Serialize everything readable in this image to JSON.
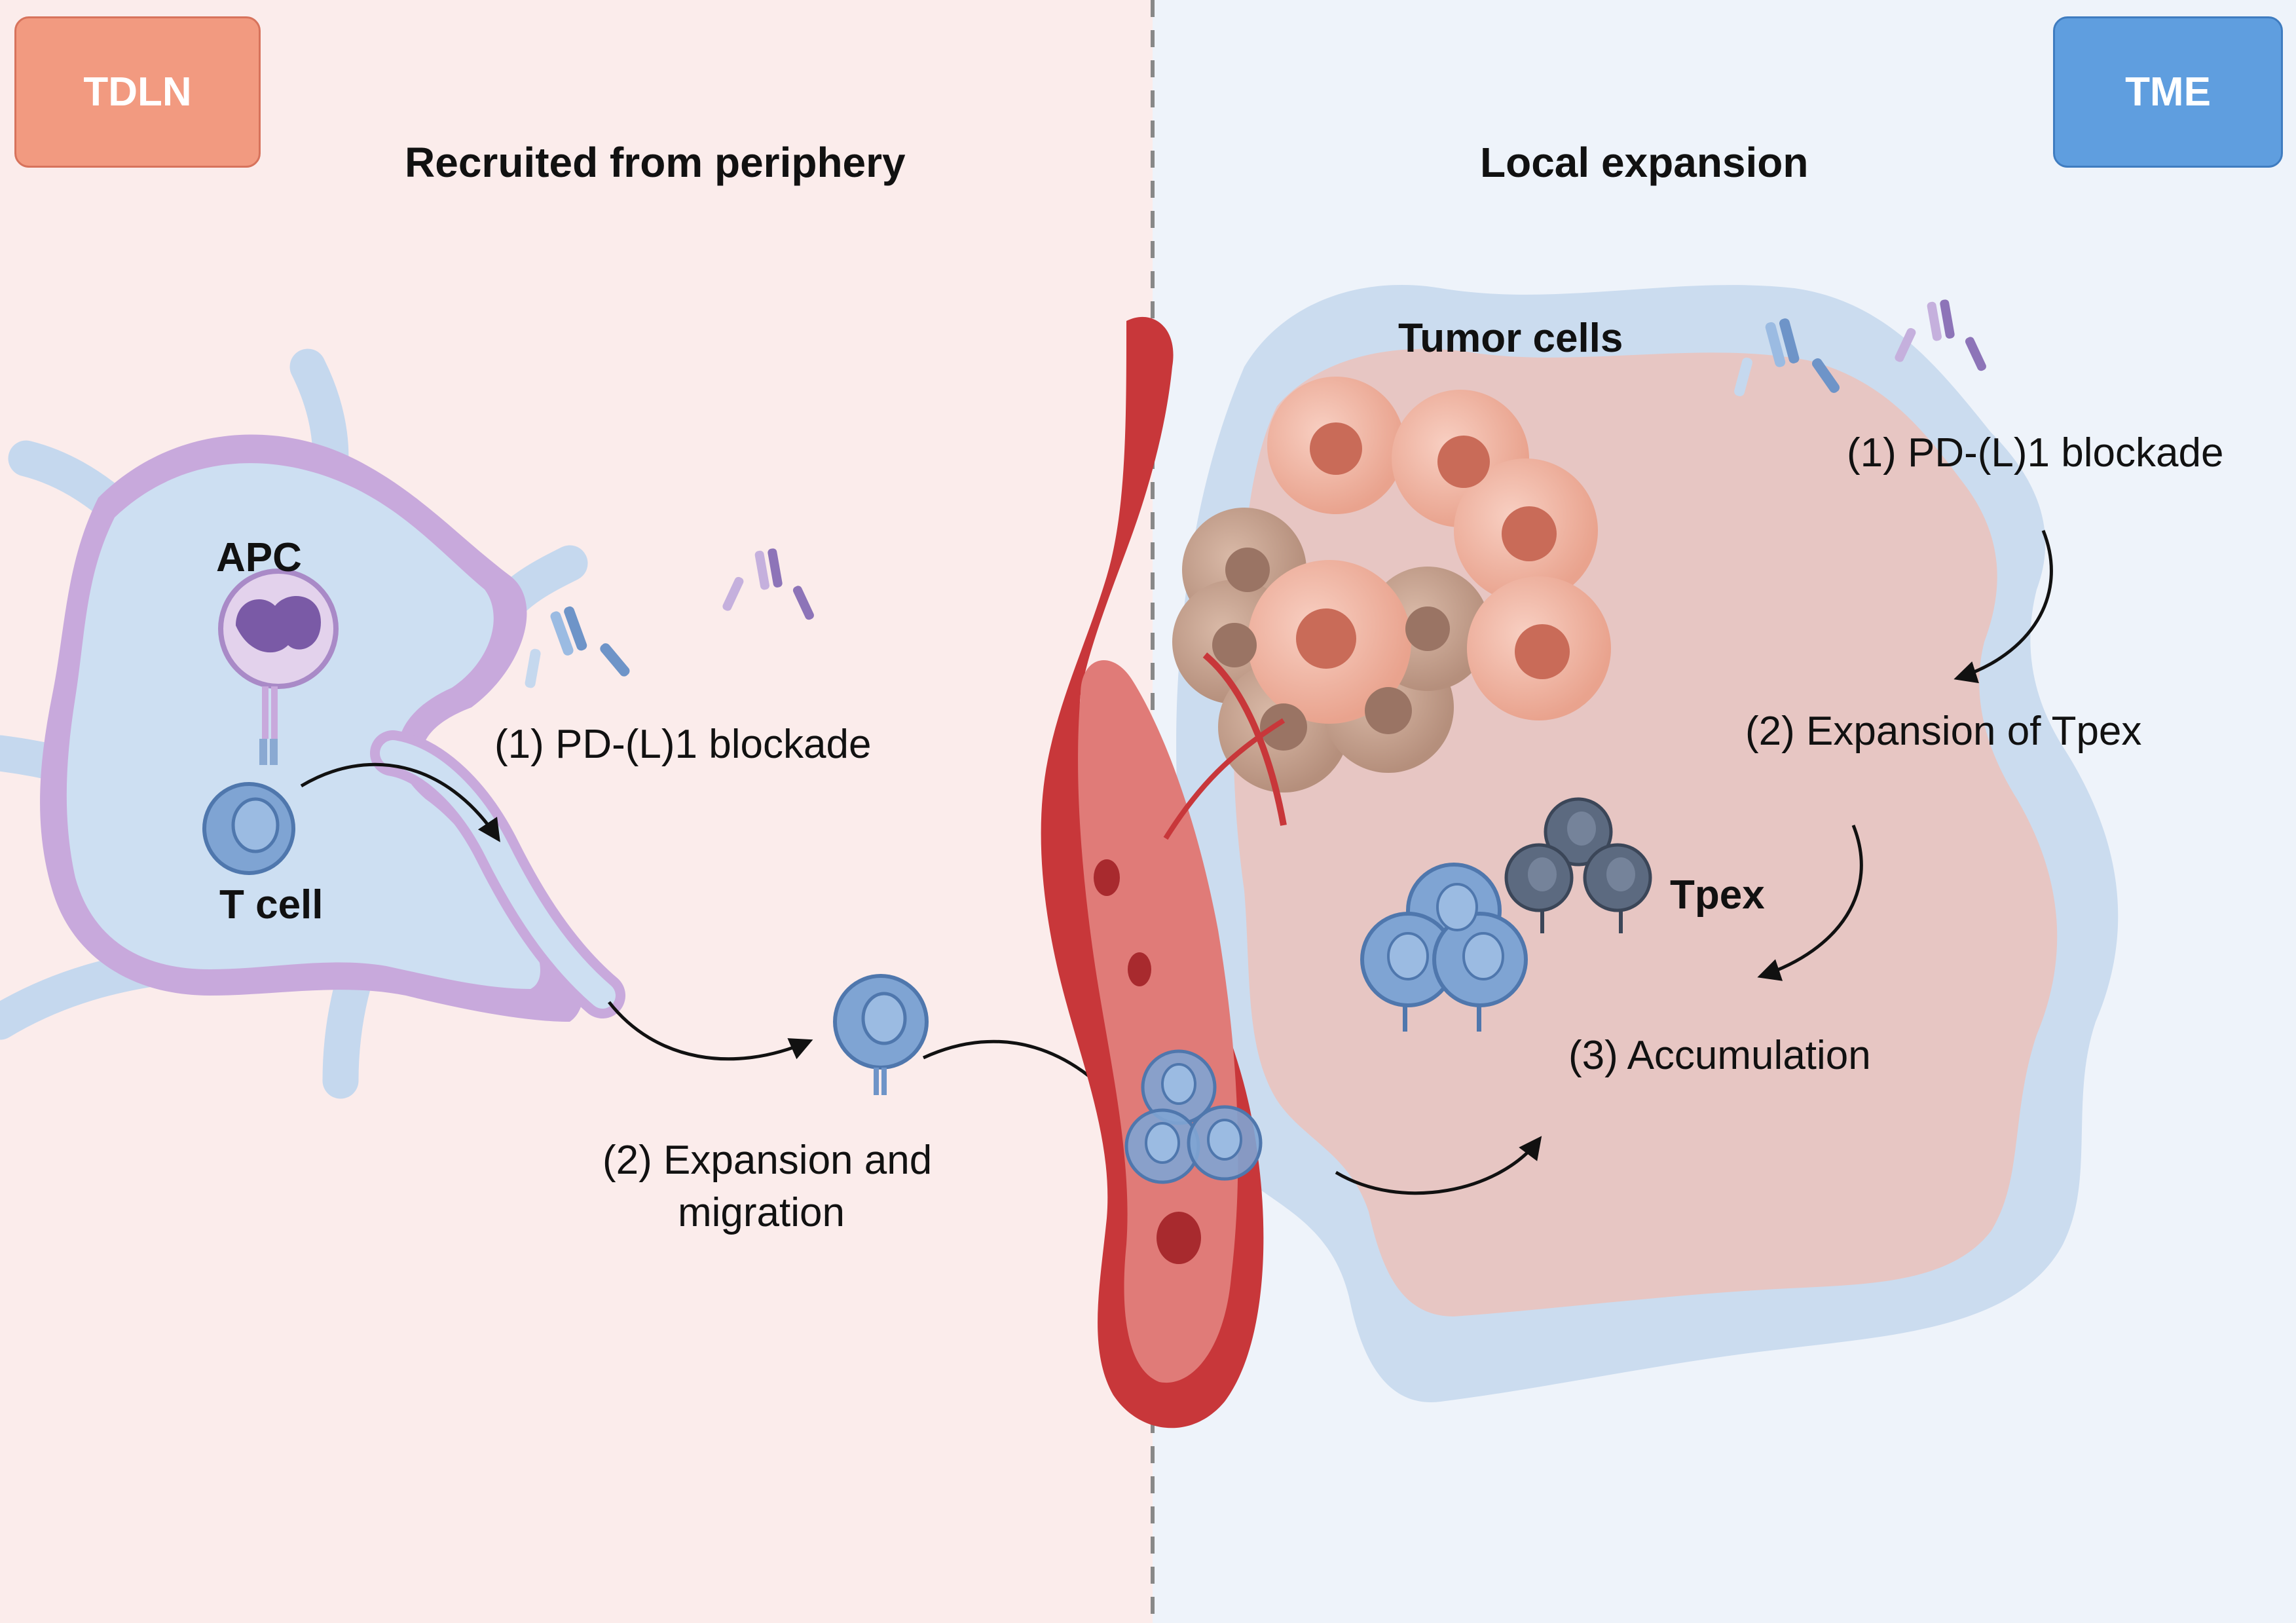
{
  "left_panel": {
    "badge": "TDLN",
    "heading": "Recruited from periphery",
    "labels": {
      "apc": "APC",
      "t_cell": "T cell",
      "step1": "(1) PD-(L)1 blockade",
      "step2_line1": "(2) Expansion and",
      "step2_line2": "migration"
    }
  },
  "right_panel": {
    "badge": "TME",
    "heading": "Local expansion",
    "labels": {
      "tumor_cells": "Tumor cells",
      "tpex": "Tpex",
      "step1": "(1) PD-(L)1 blockade",
      "step2": "(2) Expansion of Tpex",
      "step3": "(3) Accumulation"
    }
  },
  "colors": {
    "left_bg": "#fbeceb",
    "right_bg": "#eef3fa",
    "tdln_badge": "#f29a80",
    "tme_badge": "#5f9edf",
    "vessel": "#c8373a",
    "tumor_cell": "#f3b5a3",
    "t_cell": "#7fa4d3",
    "tpex_cell": "#5c6a80",
    "divider": "#888888"
  }
}
